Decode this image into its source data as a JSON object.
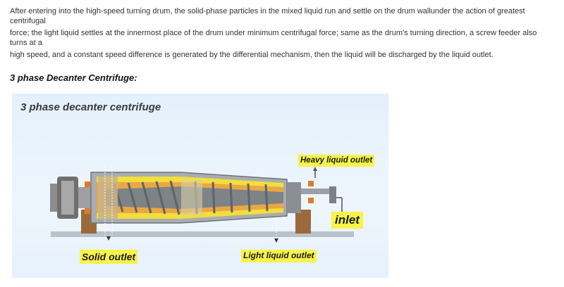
{
  "article": {
    "paragraph_lines": [
      "After entering into the high-speed turning drum, the solid-phase particles in the mixed liquid run and settle on the drum wallunder the action of greatest centrifugal",
      "force; the light liquid settles at the innermost place of the drum under minimum centrifugal force; same as the drum's turning direction, a screw feeder also turns at a",
      "high speed, and a constant speed difference is generated by the differential mechanism, then the liquid will be discharged by the liquid outlet."
    ],
    "heading": "3 phase Decanter Centrifuge:"
  },
  "figure": {
    "title": "3 phase decanter centrifuge",
    "labels": {
      "heavy_liquid_outlet": "Heavy liquid outlet",
      "inlet": "inlet",
      "solid_outlet": "Solid outlet",
      "light_liquid_outlet": "Light liquid outlet"
    }
  }
}
